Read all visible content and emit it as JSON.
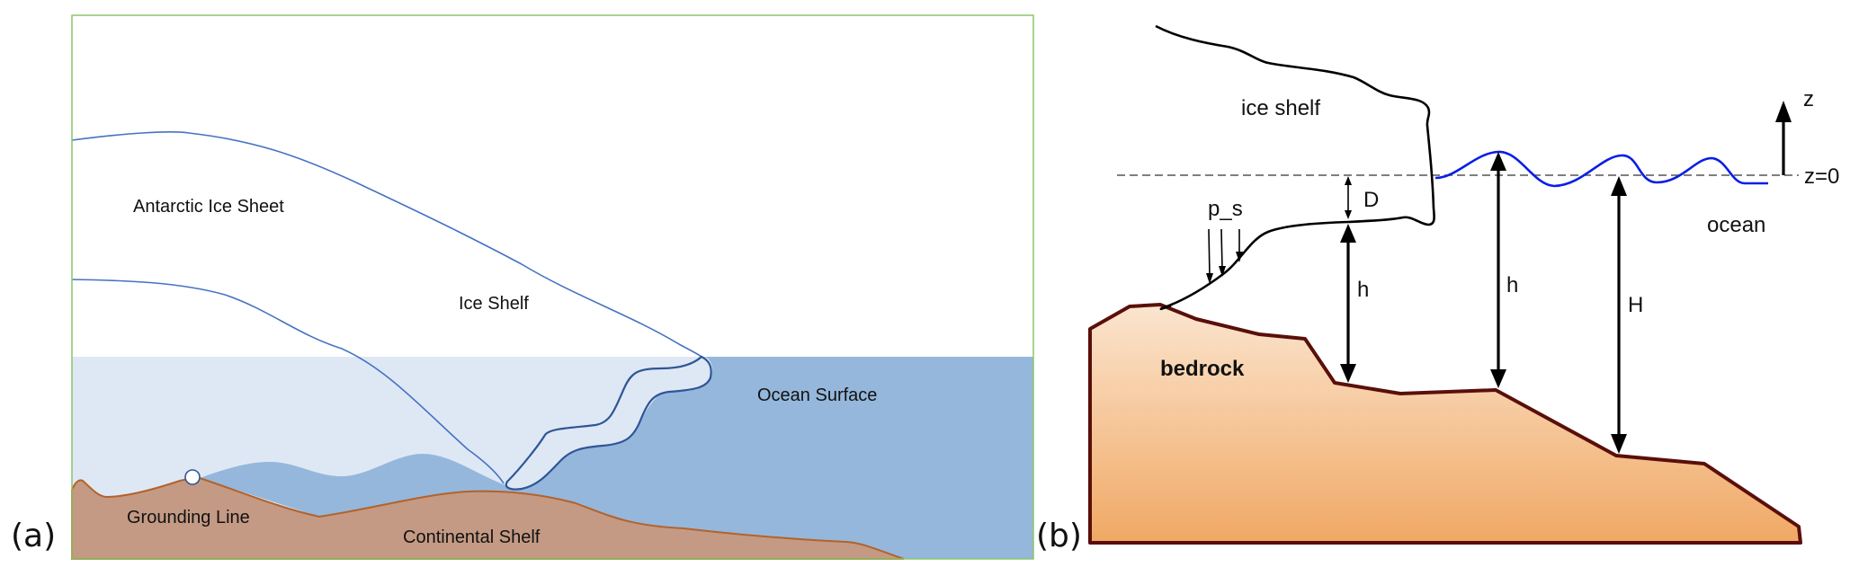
{
  "figure": {
    "panel_a": {
      "tag": "(a)",
      "labels": {
        "ice_sheet": "Antarctic Ice Sheet",
        "ice_shelf": "Ice Shelf",
        "ocean_surface": "Ocean Surface",
        "grounding_line": "Grounding Line",
        "continental_shelf": "Continental Shelf"
      },
      "colors": {
        "frame": "#8cc66a",
        "ice_outline": "#4472c4",
        "shelf_outline": "#2f5597",
        "ocean_light": "#dee8f4",
        "ocean_dark": "#95b7db",
        "bedrock_fill": "#c49a84",
        "bedrock_edge": "#b4622a"
      }
    },
    "panel_b": {
      "tag": "(b)",
      "labels": {
        "ice_shelf": "ice shelf",
        "ocean": "ocean",
        "bedrock": "bedrock",
        "pressure": "p_s",
        "draft": "D",
        "thickness_under_shelf": "h",
        "thickness_open_ocean": "h",
        "depth": "H",
        "z_axis": "z",
        "sea_level": "z=0"
      },
      "colors": {
        "outline": "#000000",
        "wave": "#0a1ee6",
        "dashed": "#555555",
        "bedrock_top": "#fbe5cf",
        "bedrock_bottom": "#f0a864",
        "bedrock_edge": "#5a0f0a"
      }
    }
  }
}
